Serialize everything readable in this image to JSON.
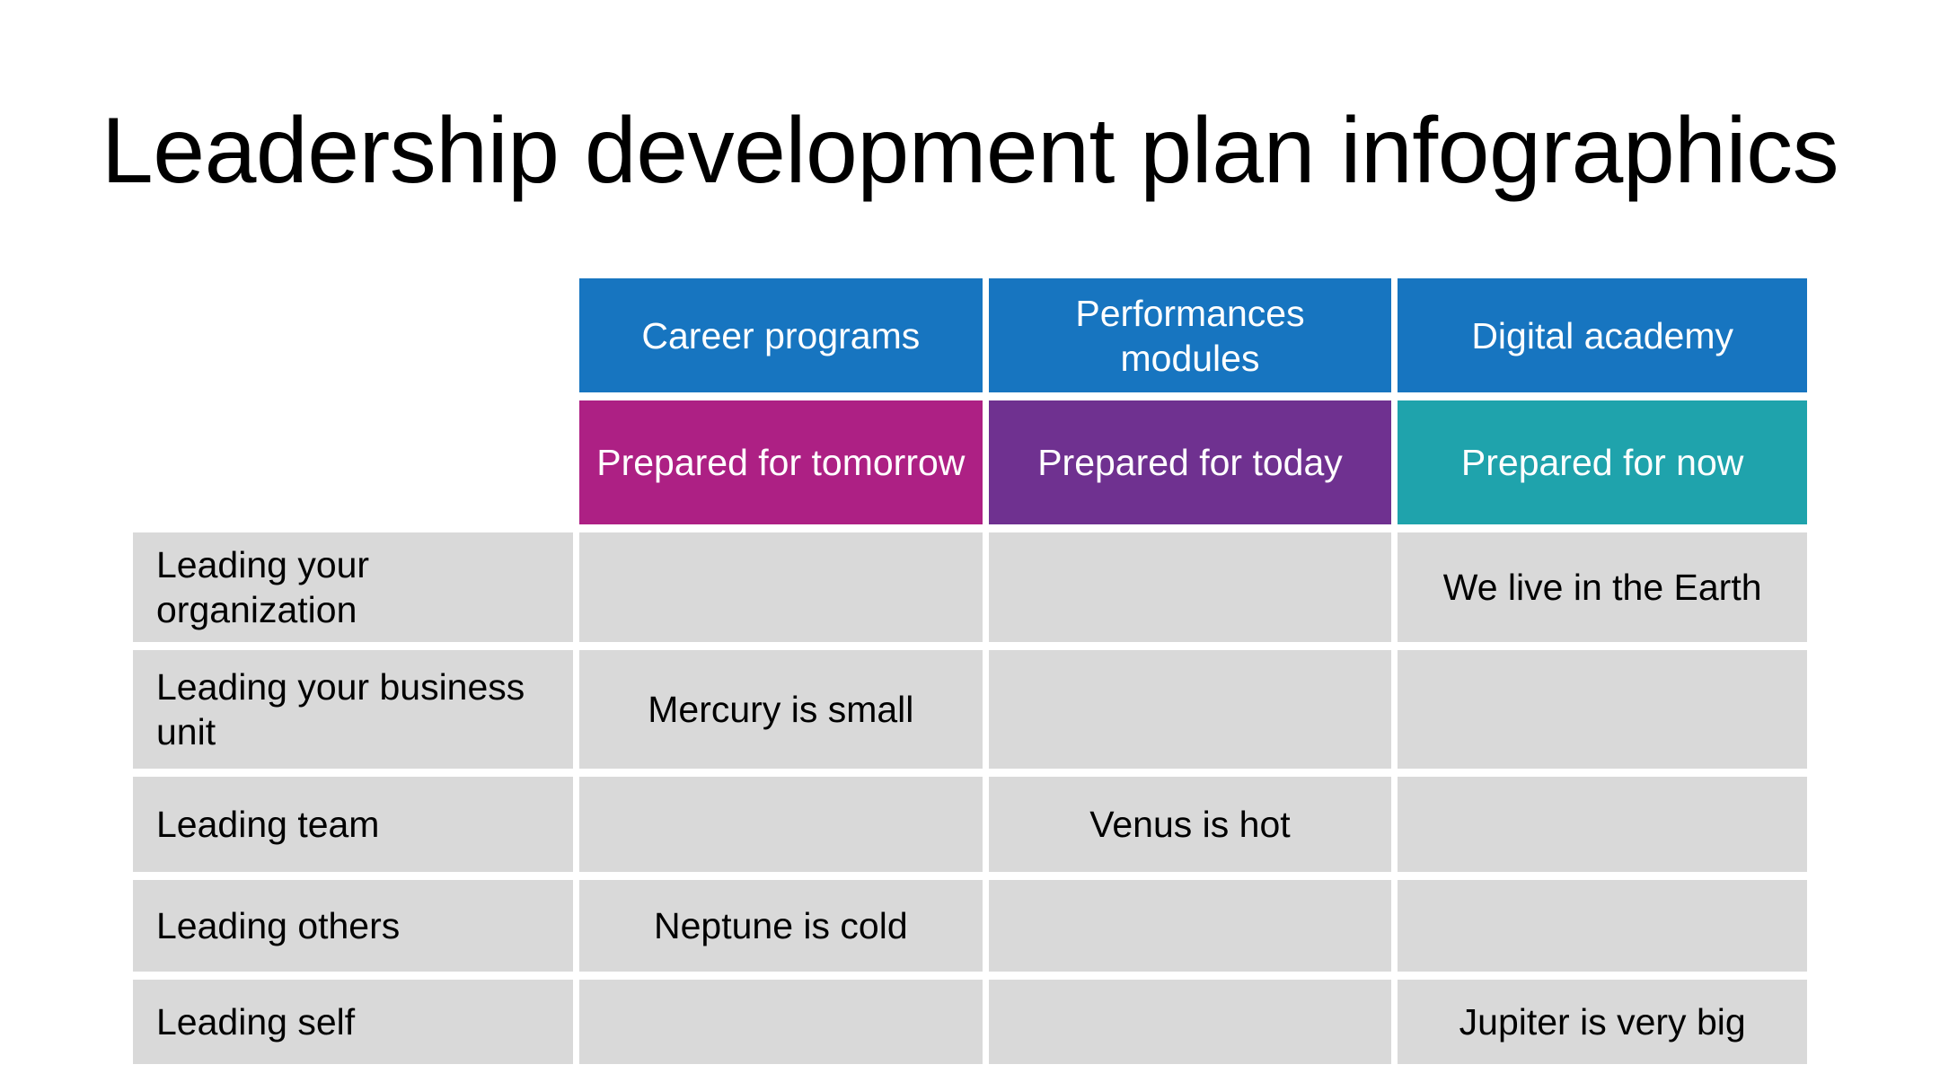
{
  "slide": {
    "title": "Leadership development plan infographics",
    "background_color": "#ffffff"
  },
  "colors": {
    "header_blue": "#1775c0",
    "magenta": "#ad2084",
    "purple": "#6f3190",
    "teal": "#1fa3ac",
    "cell_gray": "#d9d9d9",
    "grid_white": "#ffffff",
    "text_dark": "#000000",
    "text_light": "#ffffff"
  },
  "table": {
    "corner_cell": "",
    "column_headers": [
      {
        "label": "Career programs",
        "color": "#1775c0"
      },
      {
        "label": "Performances modules",
        "color": "#1775c0"
      },
      {
        "label": "Digital academy",
        "color": "#1775c0"
      }
    ],
    "column_subheaders": [
      {
        "label": "Prepared for tomorrow",
        "color": "#ad2084"
      },
      {
        "label": "Prepared for today",
        "color": "#6f3190"
      },
      {
        "label": "Prepared for now",
        "color": "#1fa3ac"
      }
    ],
    "row_labels": [
      "Leading your organization",
      "Leading your business unit",
      "Leading team",
      "Leading others",
      "Leading self"
    ],
    "cells": [
      [
        "",
        "",
        "We live in the Earth"
      ],
      [
        "Mercury is small",
        "",
        ""
      ],
      [
        "",
        "Venus is hot",
        ""
      ],
      [
        "Neptune is cold",
        "",
        ""
      ],
      [
        "",
        "",
        "Jupiter is very big"
      ]
    ]
  }
}
